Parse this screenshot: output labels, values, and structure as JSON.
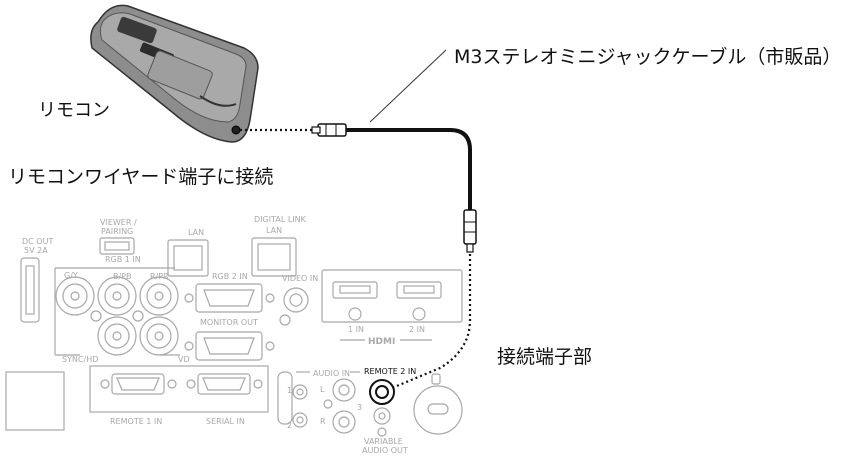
{
  "labels": {
    "remote": "リモコン",
    "cable": "M3ステレオミニジャックケーブル（市販品）",
    "wired_terminal": "リモコンワイヤード端子に接続",
    "connection_terminal": "接続端子部"
  },
  "panel": {
    "viewer_pairing": [
      "VIEWER /",
      "PAIRING"
    ],
    "lan": "LAN",
    "digital_link": "DIGITAL LINK",
    "dc_out": [
      "DC OUT",
      "5V 2A"
    ],
    "rgb1_in": "RGB 1 IN",
    "gy": "G/Y",
    "bpb": "B/PB",
    "rpr": "R/PR",
    "rgb2_in": "RGB 2 IN",
    "video_in": "VIDEO IN",
    "monitor_out": "MONITOR OUT",
    "sync_hd": "SYNC/HD",
    "vd": "VD",
    "hdmi_1in": "1 IN",
    "hdmi": "HDMI",
    "hdmi_2in": "2 IN",
    "audio_in": "AUDIO IN",
    "remote2_in": "REMOTE 2 IN",
    "remote1_in": "REMOTE 1 IN",
    "serial_in": "SERIAL IN",
    "variable_audio_out": [
      "VARIABLE",
      "AUDIO OUT"
    ],
    "l": "L",
    "r": "R",
    "n1": "1",
    "n2": "2",
    "n3": "3"
  },
  "colors": {
    "panel_line": "#a8a8a8",
    "cable": "#1a1a1a",
    "remote_body": "#8c8c8c"
  }
}
